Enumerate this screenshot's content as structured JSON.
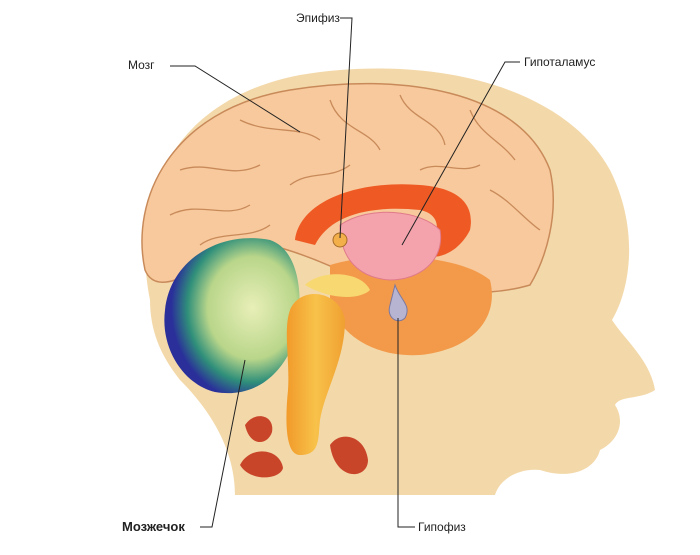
{
  "labels": {
    "epiphysis": "Эпифиз",
    "brain": "Мозг",
    "hypothalamus": "Гипоталамус",
    "cerebellum": "Мозжечок",
    "hypophysis": "Гипофиз"
  },
  "colors": {
    "head": "#f3d9aa",
    "cerebrum": "#f7c99c",
    "corpus_callosum": "#ef5a24",
    "thalamus": "#f4a3ad",
    "cerebellum_outer": "#2b3aa0",
    "cerebellum_inner": "#d9e8a6",
    "brainstem": "#f6b23c",
    "hypophysis": "#b7b4d2",
    "vertebrae": "#c9452a"
  }
}
